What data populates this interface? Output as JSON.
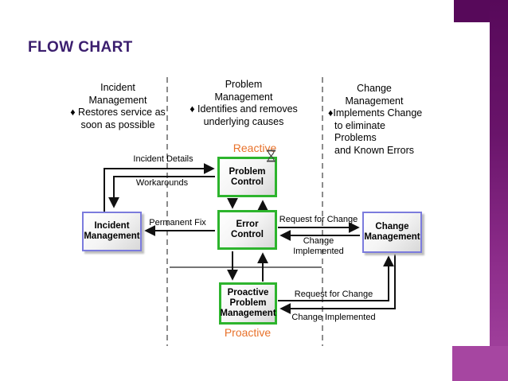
{
  "slide": {
    "title": "FLOW CHART"
  },
  "columns": [
    {
      "name": "Incident Management",
      "title_lines": [
        "Incident",
        "Management"
      ],
      "bullet_lines": [
        "♦ Restores service as",
        "soon as possible"
      ]
    },
    {
      "name": "Problem Management",
      "title_lines": [
        "Problem",
        "Management"
      ],
      "bullet_lines": [
        "♦ Identifies and removes",
        "underlying causes"
      ]
    },
    {
      "name": "Change Management",
      "title_lines": [
        "Change",
        "Management"
      ],
      "bullet_lines": [
        "♦Implements Change",
        "to eliminate Problems",
        "and Known Errors"
      ]
    }
  ],
  "zones": {
    "reactive_label": "Reactive",
    "proactive_label": "Proactive"
  },
  "nodes": {
    "problem_control": {
      "line1": "Problem",
      "line2": "Control"
    },
    "error_control": {
      "line1": "Error",
      "line2": "Control"
    },
    "proactive_problem_management": {
      "line1": "Proactive",
      "line2": "Problem",
      "line3": "Management"
    },
    "incident_management": {
      "line1": "Incident",
      "line2": "Management"
    },
    "change_management": {
      "line1": "Change",
      "line2": "Management"
    }
  },
  "edges": {
    "incident_details": "Incident Details",
    "workarounds": "Workarounds",
    "permanent_fix": "Permanent Fix",
    "request_for_change_top": "Request for Change",
    "change_implemented_top": "Change Implemented",
    "request_for_change_bottom": "Request for Change",
    "change_implemented_bottom": "Change Implemented"
  },
  "icons": {
    "problem_control_badge": "hourglass-icon"
  },
  "colors": {
    "title_text": "#3b1e6e",
    "decor_purple_dark": "#57095a",
    "decor_magenta": "#a646a1",
    "green_box_border": "#2db42d",
    "blue_box_border": "#7b7bdd",
    "zone_label_orange": "#e8722b",
    "arrow_black": "#111111",
    "dashed_divider_gray": "#8c8c8c"
  }
}
